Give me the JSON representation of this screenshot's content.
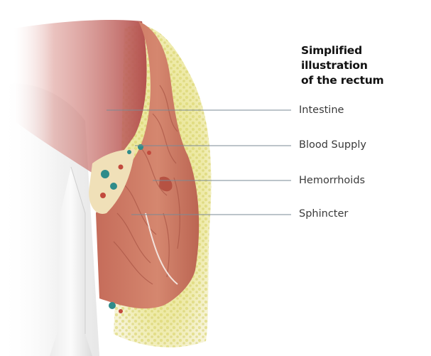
{
  "title": {
    "line1": "Simplified illustration",
    "line2": "of the rectum"
  },
  "labels": {
    "intestine": "Intestine",
    "blood_supply": "Blood Supply",
    "hemorrhoids": "Hemorrhoids",
    "sphincter": "Sphincter"
  },
  "colors": {
    "intestine_wall": "#c8735f",
    "fat_tissue": "#e6e38a",
    "vessel_teal": "#2f8c8a",
    "leader_line": "#7a8a95",
    "shadow_gray": "#e6e6e6"
  }
}
